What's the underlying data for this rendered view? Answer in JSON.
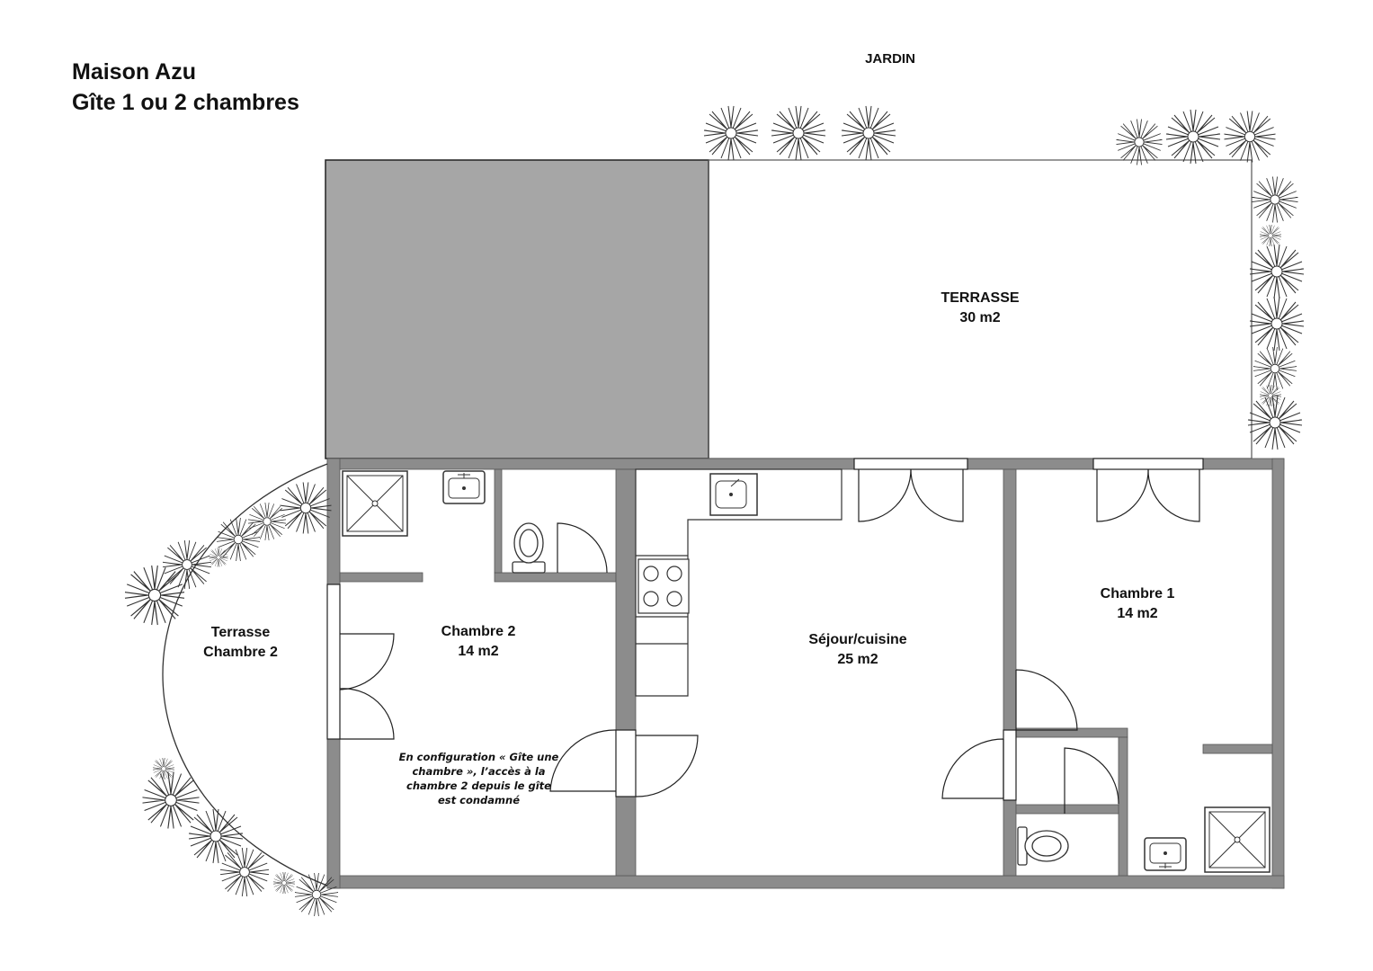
{
  "header": {
    "title": "Maison Azu",
    "subtitle": "Gîte 1 ou 2 chambres"
  },
  "garden": {
    "label": "JARDIN"
  },
  "rooms": {
    "terrasse": {
      "name": "TERRASSE",
      "area": "30 m2"
    },
    "terrasse_chambre2": {
      "line1": "Terrasse",
      "line2": "Chambre 2"
    },
    "chambre2": {
      "name": "Chambre 2",
      "area": "14 m2"
    },
    "sejour": {
      "name": "Séjour/cuisine",
      "area": "25 m2"
    },
    "chambre1": {
      "name": "Chambre 1",
      "area": "14 m2"
    }
  },
  "note": {
    "text": "En configuration « Gîte une chambre », l’accès à la chambre 2 depuis le gîte est condamné"
  },
  "colors": {
    "wall": "#8c8c8c",
    "roof": "#a6a6a6",
    "line": "#222222"
  },
  "icons": [
    "plant-icon",
    "shower-icon",
    "sink-icon",
    "toilet-icon",
    "stove-icon",
    "door-swing-icon"
  ]
}
